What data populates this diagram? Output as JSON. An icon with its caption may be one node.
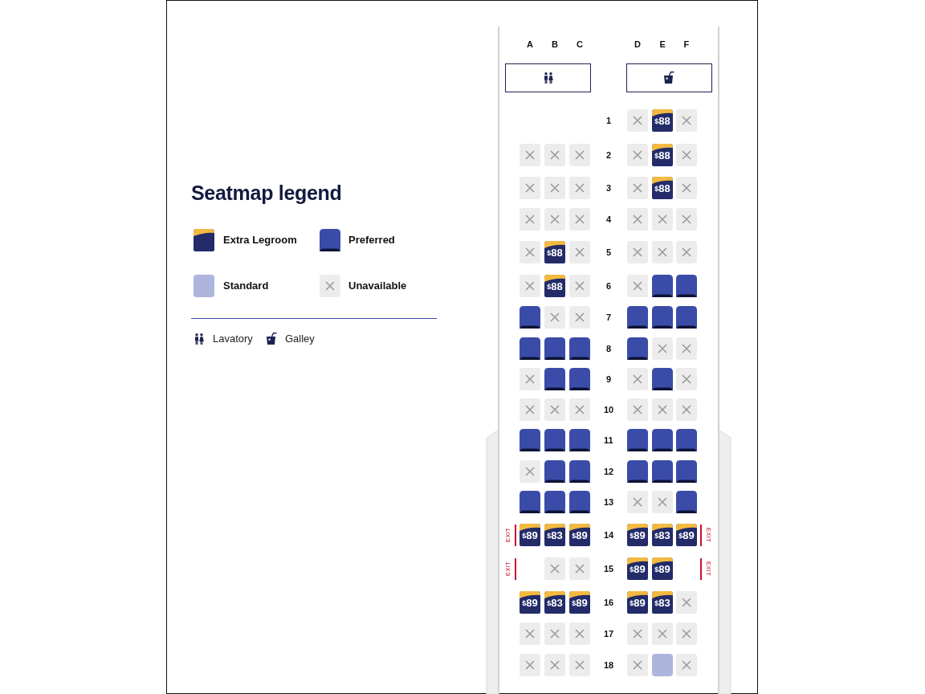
{
  "diagram": {
    "title": "Seatmap legend",
    "labels": [
      "A",
      "B",
      "C",
      "D",
      "E",
      "F",
      "1",
      "$88",
      "2",
      "$88",
      "3",
      "$88",
      "4",
      "$88",
      "5",
      "$88",
      "6",
      "7",
      "8",
      "9",
      "10",
      "11",
      "12",
      "13",
      "EXIT",
      "$89",
      "$83",
      "$89",
      "14",
      "$89",
      "$83",
      "$89",
      "EXIT",
      "EXIT",
      "15",
      "$89",
      "$89",
      "EXIT",
      "$89",
      "$83",
      "$89",
      "16",
      "$89",
      "$83",
      "17",
      "18"
    ],
    "legend": [
      {
        "text": "Extra Legroom"
      },
      {
        "text": "Preferred",
        "color": "#3a4ca8"
      },
      {
        "text": "Standard",
        "color": "#adb5dd"
      },
      {
        "text": "Unavailable"
      },
      {
        "text": "Lavatory"
      },
      {
        "text": "Galley"
      }
    ]
  }
}
